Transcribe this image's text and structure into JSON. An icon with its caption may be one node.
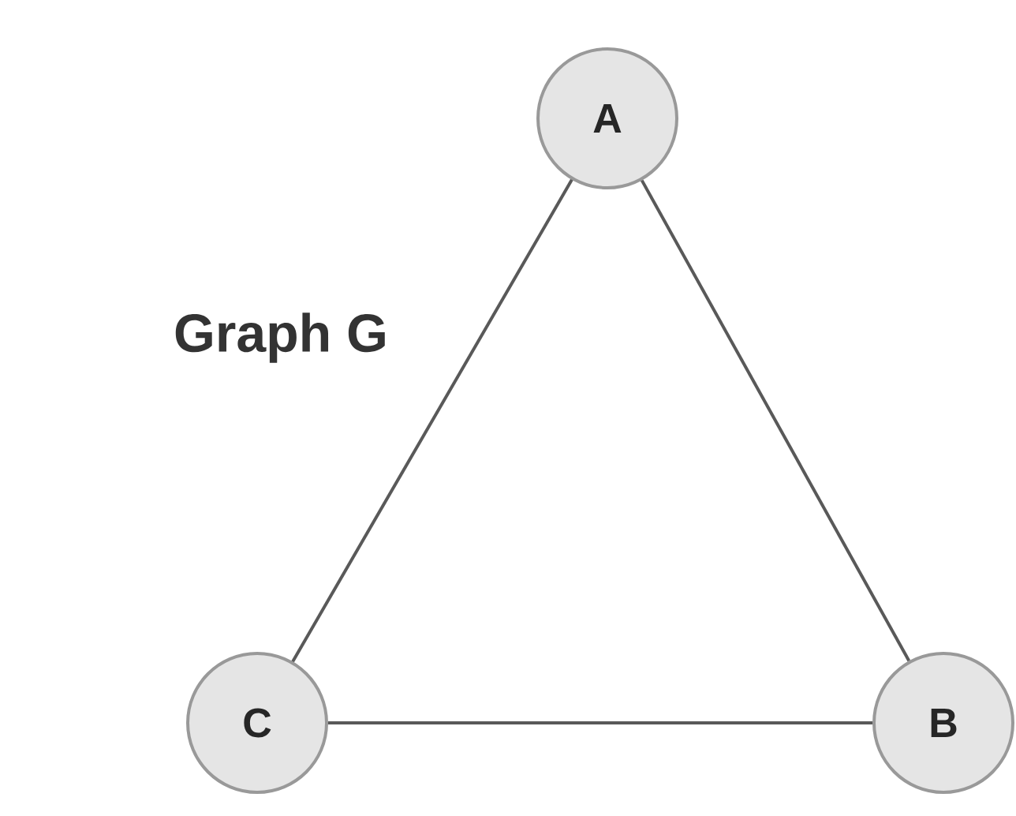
{
  "diagram": {
    "title": "Graph G",
    "nodes": [
      {
        "text": [
          "A"
        ]
      },
      {
        "text": [
          "B"
        ]
      },
      {
        "text": [
          "C"
        ]
      }
    ],
    "edges": [
      {
        "from": 0,
        "to": 1,
        "arrow": "none"
      },
      {
        "from": 0,
        "to": 2,
        "arrow": "none"
      },
      {
        "from": 2,
        "to": 1,
        "arrow": "none"
      }
    ]
  }
}
